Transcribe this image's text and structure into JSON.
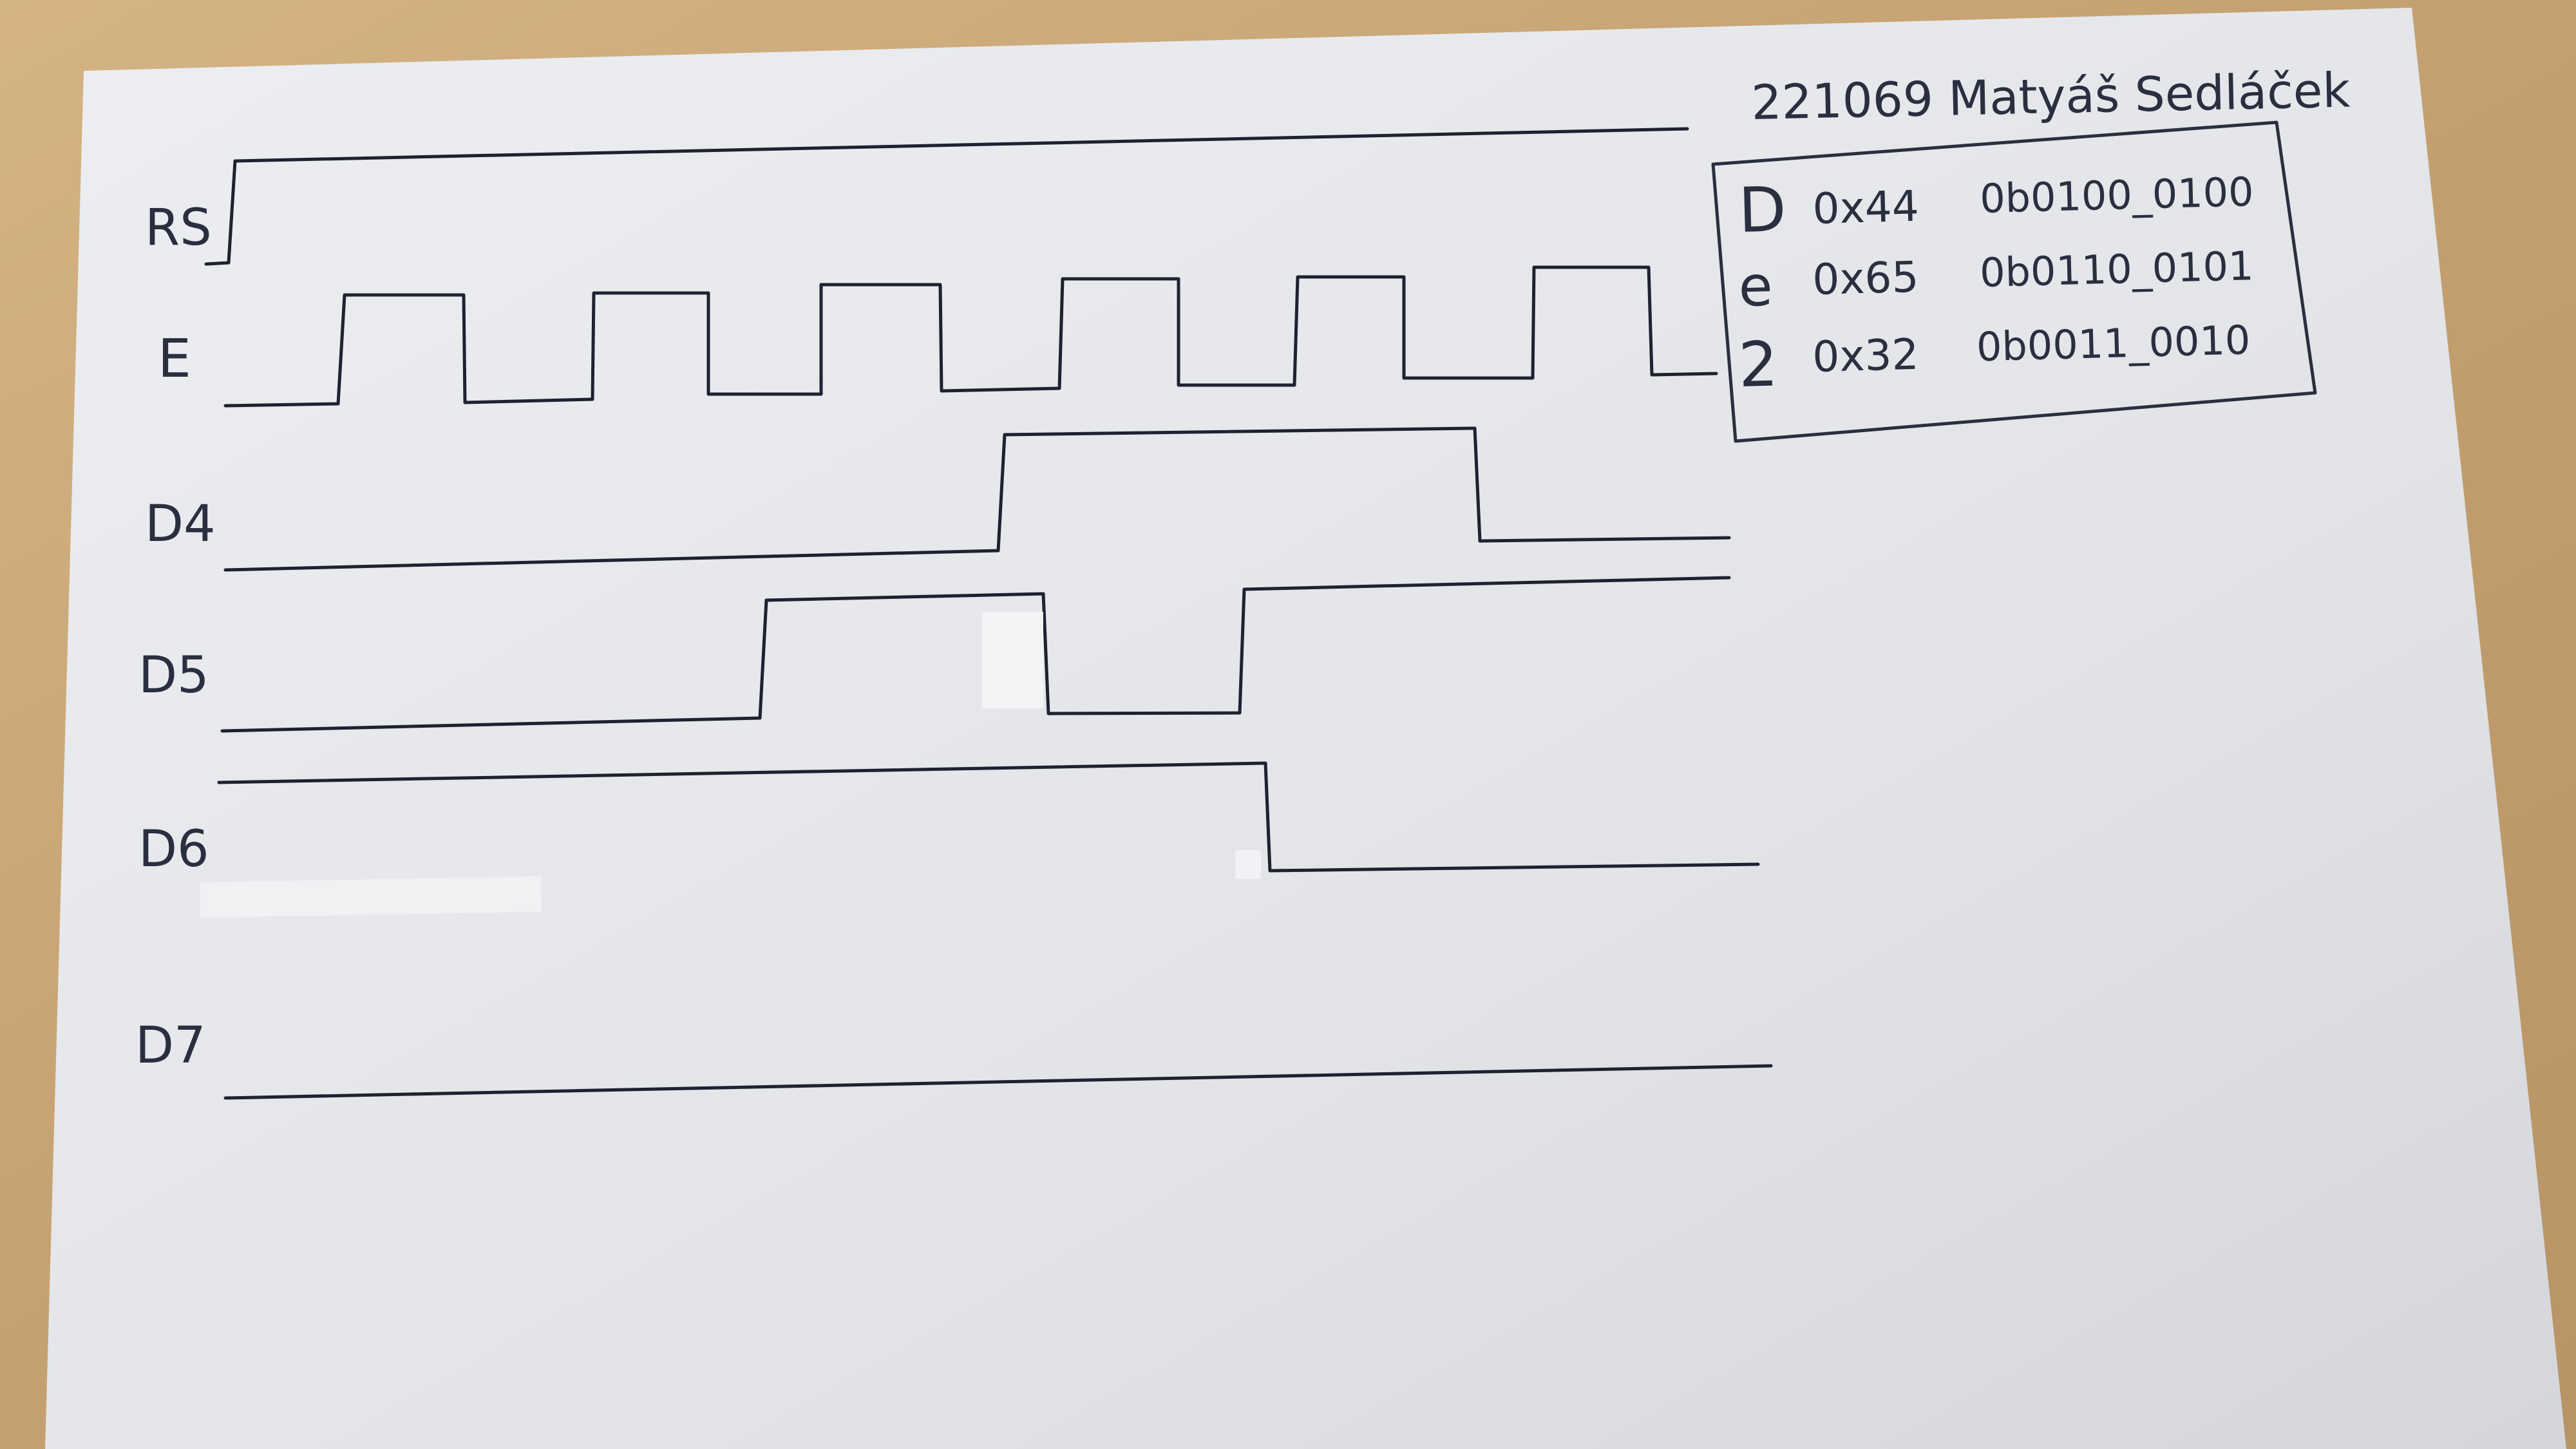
{
  "header": {
    "author": "221069 Matyáš Sedláček"
  },
  "signals": [
    {
      "label": "RS"
    },
    {
      "label": "E"
    },
    {
      "label": "D4"
    },
    {
      "label": "D5"
    },
    {
      "label": "D6"
    },
    {
      "label": "D7"
    }
  ],
  "legend": {
    "rows": [
      {
        "char": "D",
        "hex": "0x44",
        "bin": "0b0100_0100"
      },
      {
        "char": "e",
        "hex": "0x65",
        "bin": "0b0110_0101"
      },
      {
        "char": "2",
        "hex": "0x32",
        "bin": "0b0011_0010"
      }
    ]
  },
  "colors": {
    "paper": "#e4e6ea",
    "desk": "#c9a97a",
    "ink": "#1e2230"
  }
}
